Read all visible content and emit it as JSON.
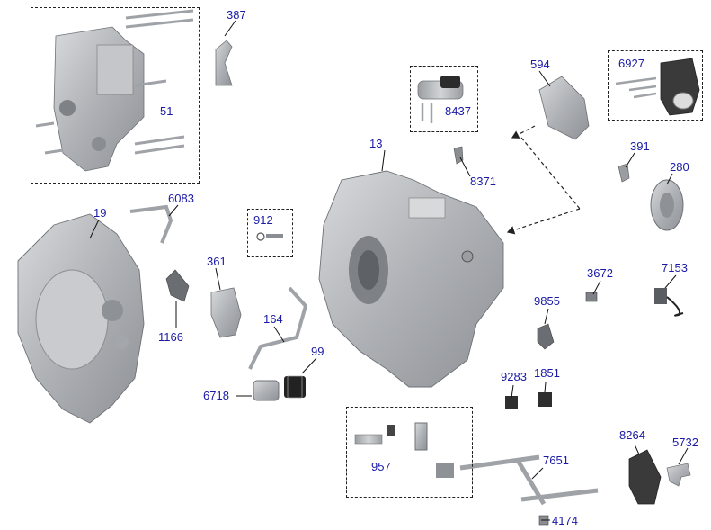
{
  "diagram": {
    "accent_color": "#1a1aa6",
    "part_color": "#b9bcc0",
    "callouts": [
      {
        "id": "387",
        "label": "387"
      },
      {
        "id": "51",
        "label": "51"
      },
      {
        "id": "594",
        "label": "594"
      },
      {
        "id": "6927",
        "label": "6927"
      },
      {
        "id": "8437",
        "label": "8437"
      },
      {
        "id": "13",
        "label": "13"
      },
      {
        "id": "8371",
        "label": "8371"
      },
      {
        "id": "391",
        "label": "391"
      },
      {
        "id": "280",
        "label": "280"
      },
      {
        "id": "19",
        "label": "19"
      },
      {
        "id": "6083",
        "label": "6083"
      },
      {
        "id": "912",
        "label": "912"
      },
      {
        "id": "361",
        "label": "361"
      },
      {
        "id": "1166",
        "label": "1166"
      },
      {
        "id": "164",
        "label": "164"
      },
      {
        "id": "99",
        "label": "99"
      },
      {
        "id": "6718",
        "label": "6718"
      },
      {
        "id": "3672",
        "label": "3672"
      },
      {
        "id": "7153",
        "label": "7153"
      },
      {
        "id": "9855",
        "label": "9855"
      },
      {
        "id": "9283",
        "label": "9283"
      },
      {
        "id": "1851",
        "label": "1851"
      },
      {
        "id": "957",
        "label": "957"
      },
      {
        "id": "7651",
        "label": "7651"
      },
      {
        "id": "8264",
        "label": "8264"
      },
      {
        "id": "5732",
        "label": "5732"
      },
      {
        "id": "4174",
        "label": "4174"
      }
    ]
  }
}
